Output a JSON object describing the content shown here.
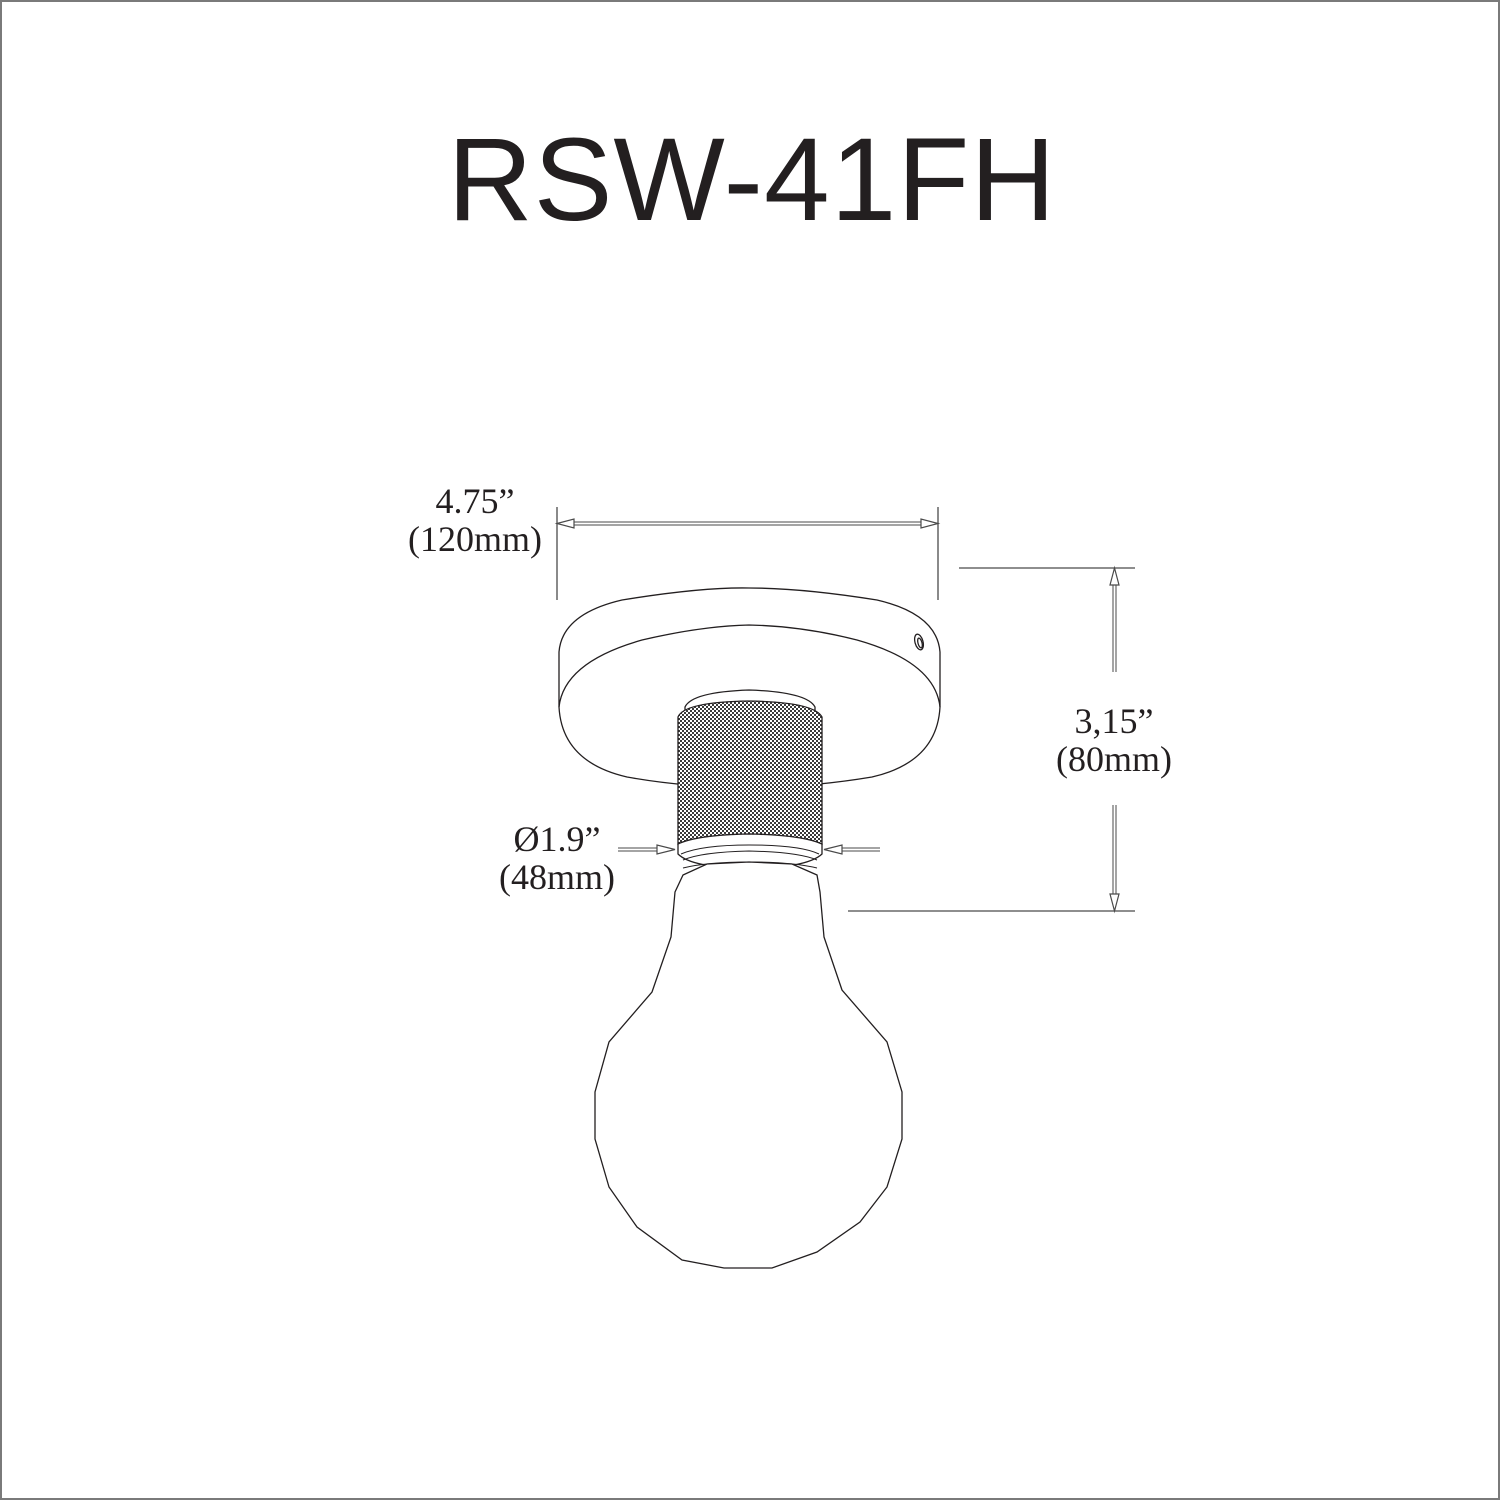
{
  "title": "RSW-41FH",
  "colors": {
    "line": "#231f20",
    "dimension_line": "#4a4a4a",
    "border": "#7a7a7a",
    "background": "#ffffff"
  },
  "dimensions": {
    "width": {
      "imperial": "4.75”",
      "metric": "(120mm)"
    },
    "height": {
      "imperial": "3,15”",
      "metric": "(80mm)"
    },
    "socket_diameter": {
      "imperial": "Ø1.9”",
      "metric": "(48mm)"
    }
  },
  "drawing": {
    "subject": "flush mount light fixture with round canopy, knurled socket and exposed A-type bulb",
    "icons": [
      "dimension-arrow-icon",
      "diameter-symbol"
    ]
  }
}
